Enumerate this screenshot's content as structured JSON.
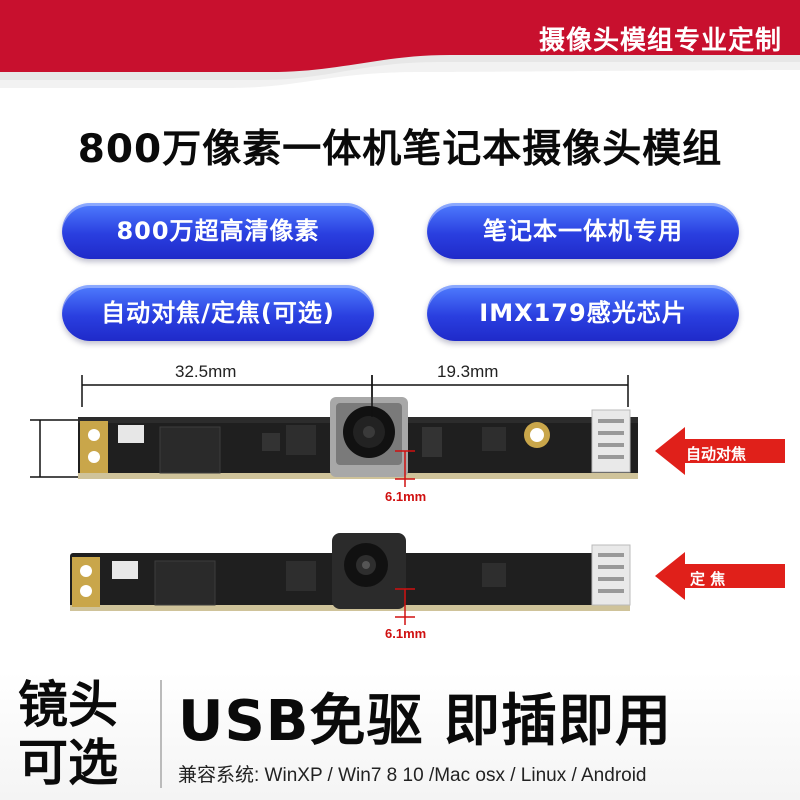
{
  "banner": {
    "title": "摄像头模组专业定制"
  },
  "headline": "800万像素一体机笔记本摄像头模组",
  "features": [
    "800万超高清像素",
    "笔记本一体机专用",
    "自动对焦/定焦(可选)",
    "IMX179感光芯片"
  ],
  "dimensions": {
    "left_length": "32.5mm",
    "right_length": "19.3mm",
    "lens_height_af": "6.1mm",
    "lens_height_ff": "6.1mm"
  },
  "modules": [
    {
      "label": "自动对焦"
    },
    {
      "label": "定 焦"
    }
  ],
  "bottom": {
    "side_title": "镜头可选",
    "tagline": "USB免驱 即插即用",
    "compat": "兼容系统: WinXP / Win7 8 10 /Mac osx / Linux / Android"
  },
  "colors": {
    "banner_red": "#c8102e",
    "pill_blue": "#2a3fe0",
    "arrow_red": "#e0201a"
  }
}
